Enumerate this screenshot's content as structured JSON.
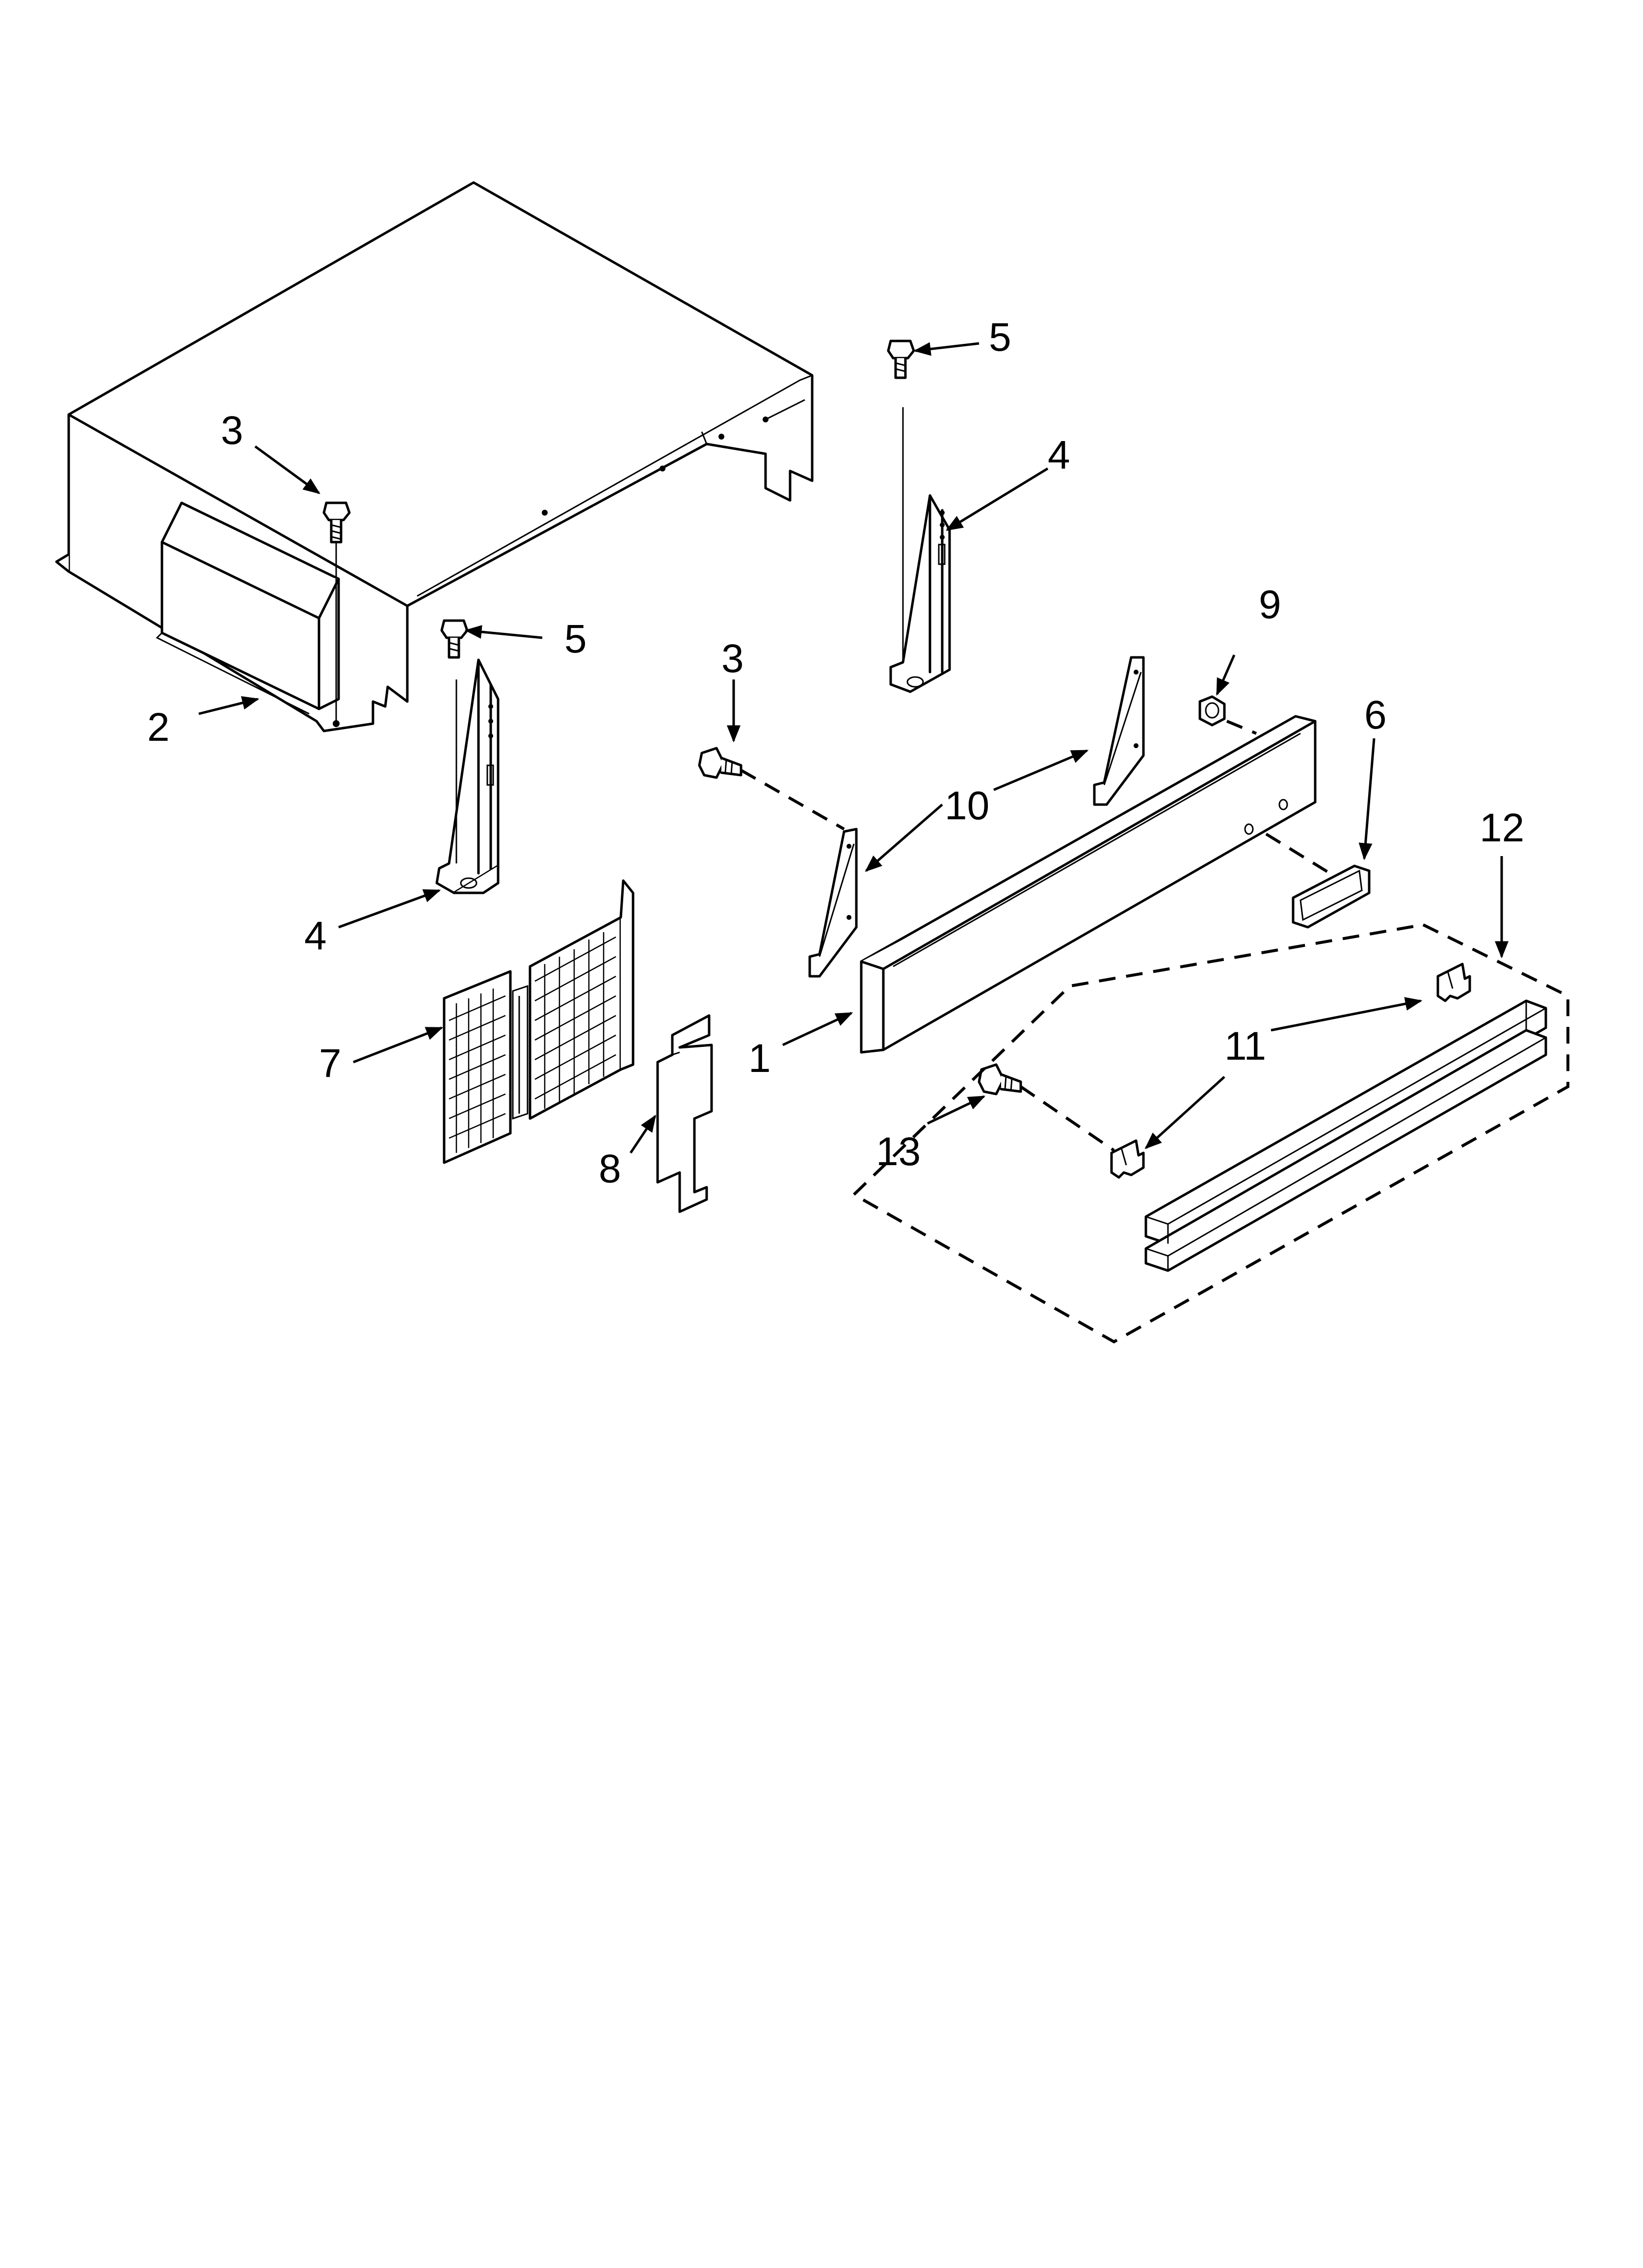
{
  "callouts": {
    "c1": "1",
    "c2": "2",
    "c3a": "3",
    "c3b": "3",
    "c4a": "4",
    "c4b": "4",
    "c5a": "5",
    "c5b": "5",
    "c6": "6",
    "c7": "7",
    "c8": "8",
    "c9": "9",
    "c10": "10",
    "c11": "11",
    "c12": "12",
    "c13": "13"
  },
  "colors": {
    "line": "#000000",
    "background": "#ffffff"
  }
}
